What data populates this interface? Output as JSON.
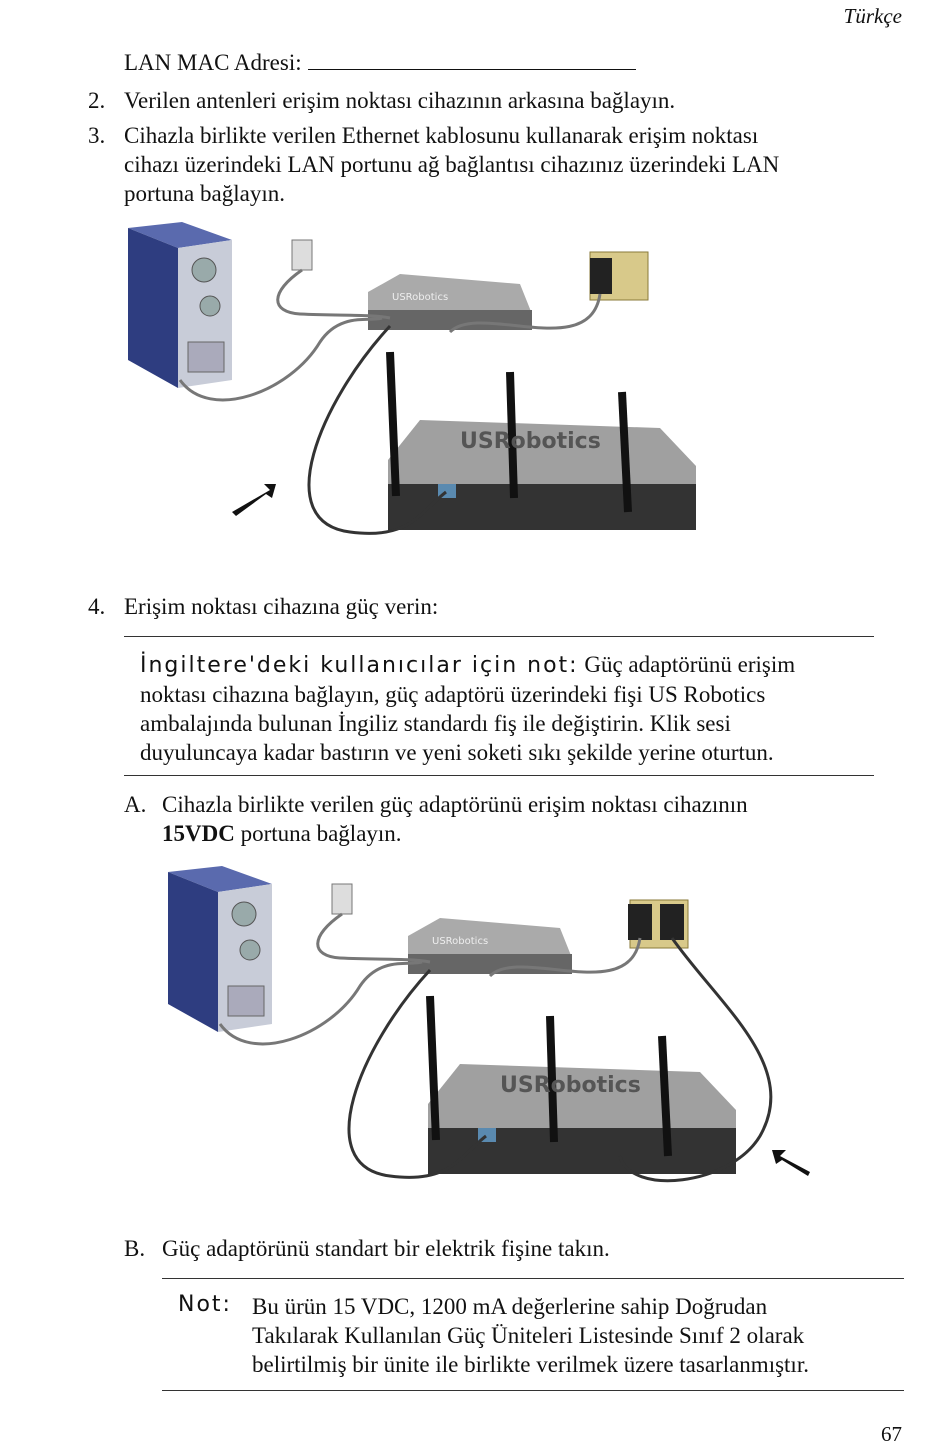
{
  "header": {
    "language": "Türkçe"
  },
  "lan_mac": {
    "label": "LAN MAC Adresi:"
  },
  "steps": [
    {
      "number": "2.",
      "text": "Verilen antenleri erişim noktası cihazının arkasına bağlayın."
    },
    {
      "number": "3.",
      "lines": [
        "Cihazla birlikte verilen Ethernet kablosunu kullanarak erişim noktası",
        "cihazı üzerindeki LAN portunu ağ bağlantısı cihazınız üzerindeki LAN",
        "portuna bağlayın."
      ]
    },
    {
      "number": "4.",
      "text": "Erişim noktası cihazına güç verin:"
    }
  ],
  "uk_note": {
    "label": "İngiltere'deki kullanıcılar için not:",
    "first": "Güç adaptörünü erişim",
    "lines": [
      "noktası cihazına bağlayın, güç adaptörü üzerindeki fişi US Robotics",
      "ambalajında bulunan İngiliz standardı fiş ile değiştirin. Klik sesi",
      "duyuluncaya kadar bastırın ve yeni soketi sıkı şekilde yerine oturtun."
    ]
  },
  "substeps": [
    {
      "letter": "A.",
      "line1": "Cihazla birlikte verilen güç adaptörünü erişim noktası cihazının",
      "bold": "15VDC",
      "line2_rest": " portuna bağlayın."
    },
    {
      "letter": "B.",
      "text": "Güç adaptörünü standart bir elektrik fişine takın."
    }
  ],
  "final_note": {
    "label": "Not:",
    "lines": [
      "Bu ürün 15 VDC, 1200 mA değerlerine sahip Doğrudan",
      "Takılarak Kullanılan Güç Üniteleri Listesinde Sınıf 2 olarak",
      "belirtilmiş bir ünite ile birlikte verilmek üzere tasarlanmıştır."
    ]
  },
  "illustration": {
    "brand": "USRobotics",
    "router_brand": "USRobotics"
  },
  "page_number": "67",
  "colors": {
    "computer": "#3a4a8c",
    "device": "#8a8a8a",
    "cable": "#555555",
    "outlet": "#d8c98a"
  }
}
